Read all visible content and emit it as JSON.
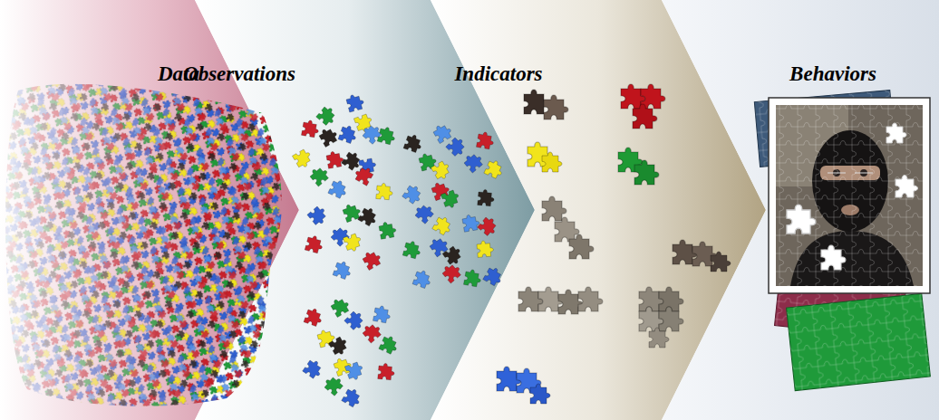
{
  "diagram": {
    "nodes": [
      {
        "text": [
          "Data"
        ]
      },
      {
        "text": [
          "Observations"
        ]
      },
      {
        "text": [
          "Indicators"
        ]
      },
      {
        "text": [
          "Behaviors"
        ]
      }
    ]
  }
}
